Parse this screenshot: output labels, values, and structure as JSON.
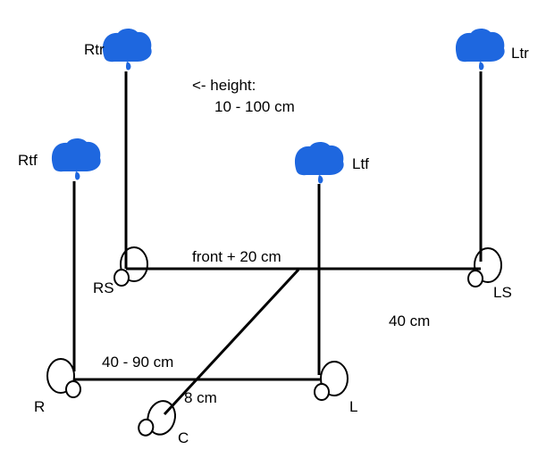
{
  "diagram": {
    "colors": {
      "speaker": "#1e67df",
      "line": "#000000",
      "ear_outline": "#000000",
      "background": "#ffffff"
    },
    "labels": {
      "rtr": "Rtr",
      "ltr": "Ltr",
      "rtf": "Rtf",
      "ltf": "Ltf",
      "rs": "RS",
      "ls": "LS",
      "r": "R",
      "l": "L",
      "c": "C"
    },
    "annotations": {
      "height_pointer": "<- height:",
      "height_range": "10 - 100 cm",
      "front_offset": "front + 20 cm",
      "rear_distance": "40 cm",
      "front_width": "40 - 90 cm",
      "center_offset": "8 cm"
    }
  }
}
